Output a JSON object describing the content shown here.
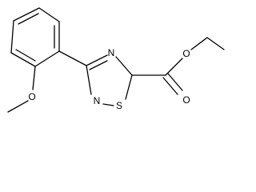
{
  "molecule": {
    "atoms": {
      "ring_nitrogen_top": "N",
      "ring_nitrogen_bottom": "N",
      "ring_sulfur": "S",
      "ester_oxygen_single": "O",
      "ester_oxygen_double": "O",
      "methoxy_oxygen": "O"
    },
    "colors": {
      "bonds": "#000000",
      "labels": "#000000",
      "background": "#ffffff"
    }
  }
}
